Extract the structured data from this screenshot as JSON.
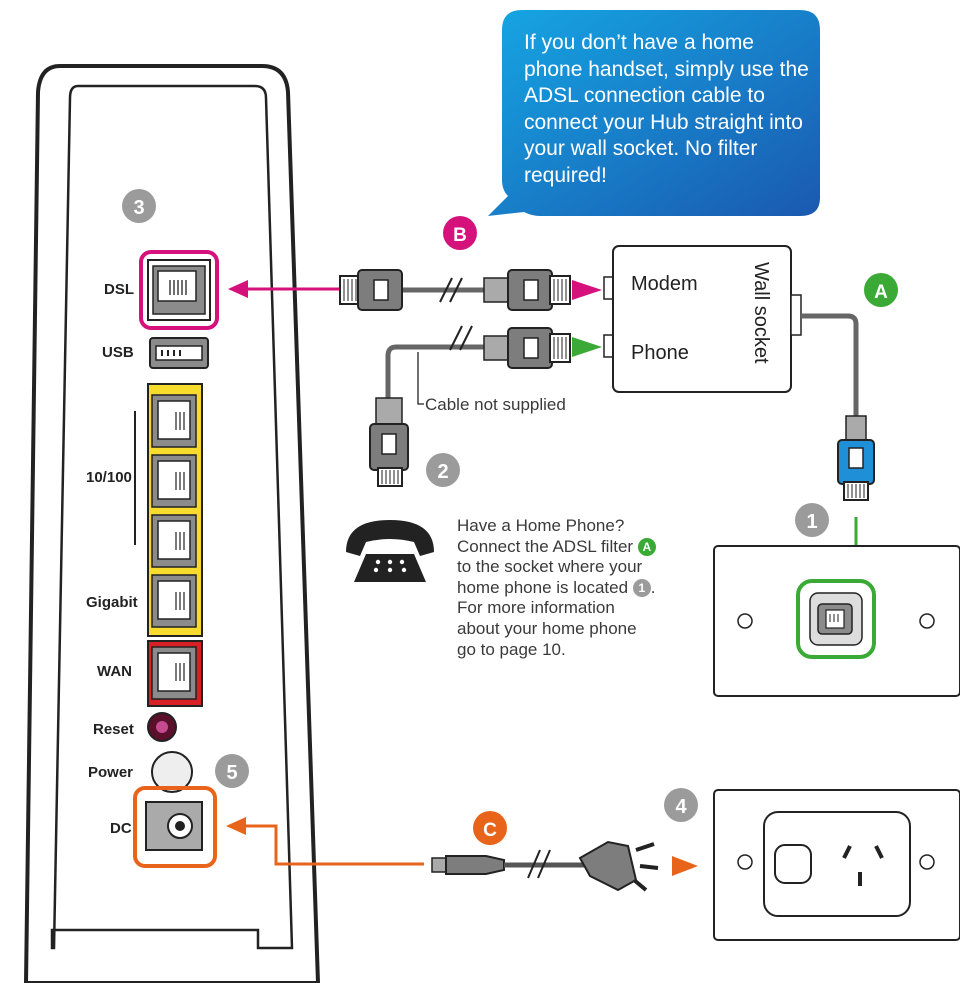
{
  "callout": {
    "text": "If you don’t have a home phone handset, simply use the ADSL connection cable to connect your Hub straight into your wall socket. No filter required!"
  },
  "router": {
    "ports": {
      "dsl": "DSL",
      "usb": "USB",
      "lan_top": "10/100",
      "lan_bottom": "Gigabit",
      "wan": "WAN",
      "reset": "Reset",
      "power": "Power",
      "dc": "DC"
    }
  },
  "badges": {
    "step1": "1",
    "step2": "2",
    "step3": "3",
    "step4": "4",
    "step5": "5",
    "A": "A",
    "B": "B",
    "C": "C"
  },
  "filter": {
    "modem_label": "Modem",
    "phone_label": "Phone",
    "side_label": "Wall socket"
  },
  "cable_note": "Cable not supplied",
  "info": {
    "line1": "Have a Home Phone? Connect the ADSL filter",
    "badge": "A",
    "line2": "to the socket where your home phone is located",
    "badge2": "1",
    "line3": ". For more information about your home phone go to page 10."
  },
  "colors": {
    "magenta": "#d5127b",
    "green": "#3aa935",
    "orange": "#e8641b",
    "blue": "#0c7fd0",
    "yellow": "#f7dc2e",
    "red": "#d81f26",
    "cable_grey": "#8a8a8a"
  }
}
